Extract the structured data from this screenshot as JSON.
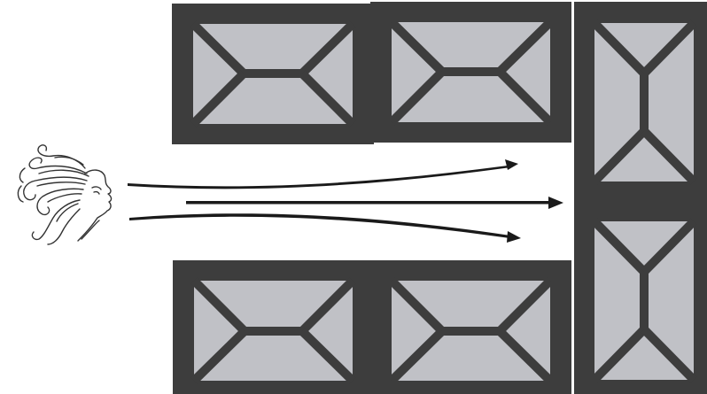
{
  "colors": {
    "background": "#ffffff",
    "frame": "#3d3d3d",
    "panel_fill": "#c0c1c6",
    "arrow": "#1a1a1a",
    "wind_face_stroke": "#333333"
  },
  "icons": {
    "wind_source": "wind-face-icon",
    "flow": "arrow-right-icon"
  },
  "blocks": [
    {
      "id": "block-top-1",
      "orientation": "horizontal"
    },
    {
      "id": "block-top-2",
      "orientation": "horizontal"
    },
    {
      "id": "block-bottom-1",
      "orientation": "horizontal"
    },
    {
      "id": "block-bottom-2",
      "orientation": "horizontal"
    },
    {
      "id": "block-right-top",
      "orientation": "vertical"
    },
    {
      "id": "block-right-bottom",
      "orientation": "vertical"
    }
  ],
  "arrows": [
    {
      "id": "arrow-upper"
    },
    {
      "id": "arrow-middle"
    },
    {
      "id": "arrow-lower"
    }
  ]
}
